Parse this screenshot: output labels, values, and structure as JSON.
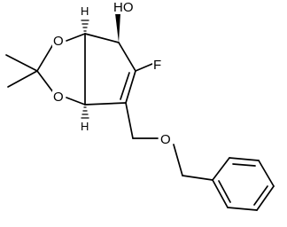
{
  "molecule": {
    "atoms": {
      "hydroxyl": "HO",
      "fluorine": "F",
      "ring_oxygen_top": "O",
      "ring_oxygen_bottom": "O",
      "ether_oxygen": "O",
      "hydrogen_top": "H",
      "hydrogen_bottom": "H"
    },
    "bond_color": "#000000",
    "background": "#ffffff"
  }
}
